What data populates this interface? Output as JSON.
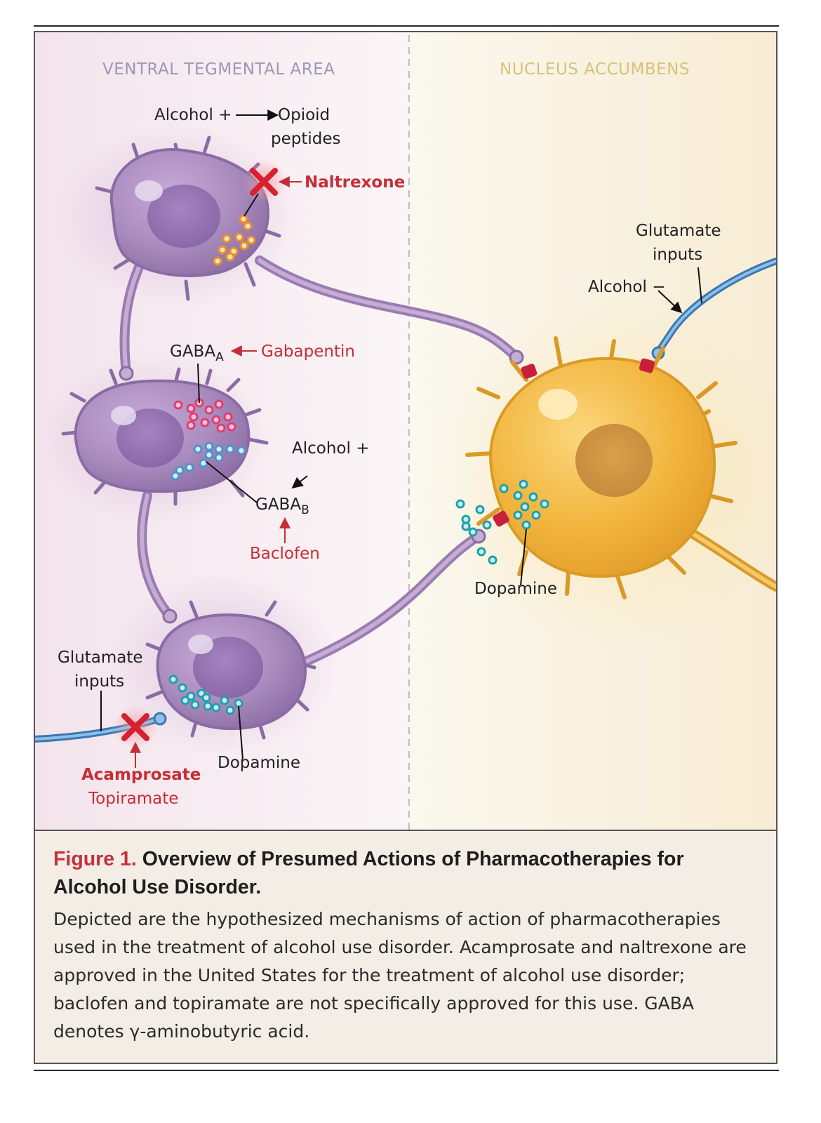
{
  "figure": {
    "regions": {
      "vta": "VENTRAL TEGMENTAL AREA",
      "nacc": "NUCLEUS ACCUMBENS"
    },
    "labels": {
      "alcohol_plus_top": "Alcohol +",
      "opioid_line1": "Opioid",
      "opioid_line2": "peptides",
      "naltrexone": "Naltrexone",
      "gaba_a": "GABA",
      "gaba_a_sub": "A",
      "gabapentin": "Gabapentin",
      "alcohol_plus_mid": "Alcohol +",
      "gaba_b": "GABA",
      "gaba_b_sub": "B",
      "baclofen": "Baclofen",
      "glutamate_left_line1": "Glutamate",
      "glutamate_left_line2": "inputs",
      "acamprosate": "Acamprosate",
      "topiramate": "Topiramate",
      "dopamine_left": "Dopamine",
      "glutamate_right_line1": "Glutamate",
      "glutamate_right_line2": "inputs",
      "alcohol_minus": "Alcohol −",
      "dopamine_right": "Dopamine"
    },
    "colors": {
      "vta_neuron": "#a98bbe",
      "nacc_neuron": "#f2b63f",
      "glutamate_axon": "#4a8fcc",
      "receptor": "#c8203a",
      "drug_label": "#c62e35",
      "opioid_vesicle": "#f0a030",
      "gaba_a_vesicle": "#e8407a",
      "gaba_b_vesicle": "#5fa6d6",
      "dopamine_vesicle": "#2aaeb8"
    }
  },
  "caption": {
    "figure_number": "Figure 1.",
    "title": "Overview of Presumed Actions of Pharmacotherapies for Alcohol Use Disorder.",
    "body": "Depicted are the hypothesized mechanisms of action of pharmacotherapies used in the treatment of alcohol use disorder. Acamprosate and naltrexone are approved in the United States for the treatment of alcohol use disorder; baclofen and topiramate are not specifically approved for this use. GABA denotes γ-aminobutyric acid."
  }
}
